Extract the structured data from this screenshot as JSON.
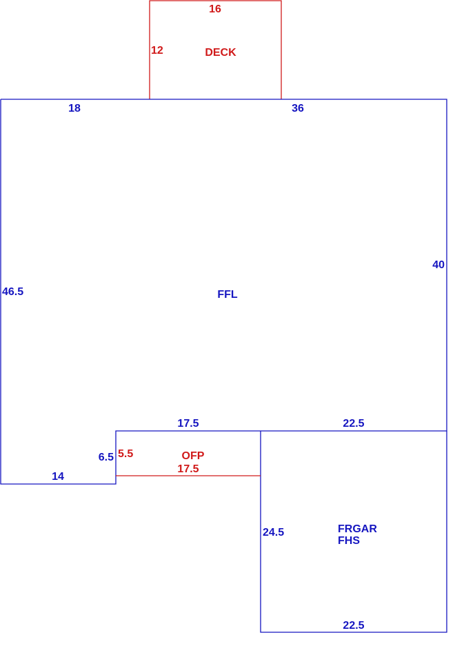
{
  "colors": {
    "main_line": "#1515c0",
    "accent_line": "#d01a1a"
  },
  "areas": {
    "deck": "DECK",
    "ffl": "FFL",
    "ofp": "OFP",
    "frgar": "FRGAR",
    "fhs": "FHS"
  },
  "dims": {
    "deck_top": "16",
    "deck_left": "12",
    "top_left": "18",
    "top_right": "36",
    "right_side": "40",
    "left_side": "46.5",
    "ofp_top": "17.5",
    "garage_top": "22.5",
    "step_side": "6.5",
    "ofp_side": "5.5",
    "ofp_bottom": "17.5",
    "bottom_left": "14",
    "garage_left": "24.5",
    "garage_bottom": "22.5"
  }
}
